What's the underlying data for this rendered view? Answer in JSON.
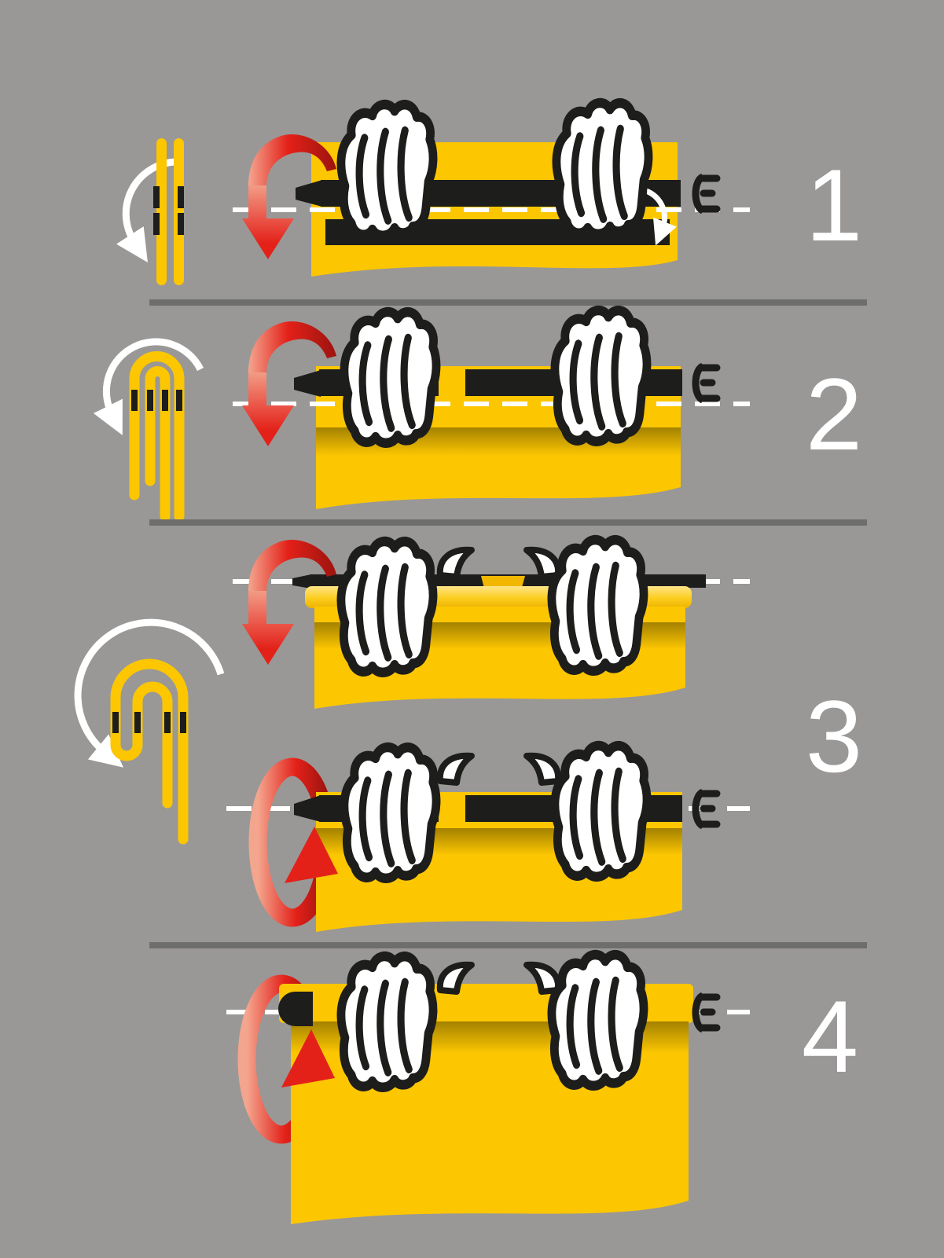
{
  "steps": [
    {
      "number": "1",
      "side_icon": "flat-layers-cross-section-icon",
      "side_arrow": "counterclockwise-roll-arrow-icon"
    },
    {
      "number": "2",
      "side_icon": "single-fold-cross-section-icon",
      "side_arrow": "counterclockwise-roll-arrow-icon"
    },
    {
      "number": "3",
      "side_icon": "rolled-spiral-cross-section-icon",
      "side_arrow": "counterclockwise-roll-arrow-icon"
    },
    {
      "number": "4",
      "side_icon": "",
      "side_arrow": ""
    }
  ],
  "colors": {
    "background": "#999897",
    "divider": "#6e6e6d",
    "fabric_yellow": "#fcc601",
    "fabric_shadow": "#8d7000",
    "outline_black": "#1d1d1b",
    "arrow_red": "#e32119",
    "arrow_red_dark": "#9c130f",
    "arrow_red_light": "#f4a58e",
    "guide_white": "#ffffff"
  }
}
